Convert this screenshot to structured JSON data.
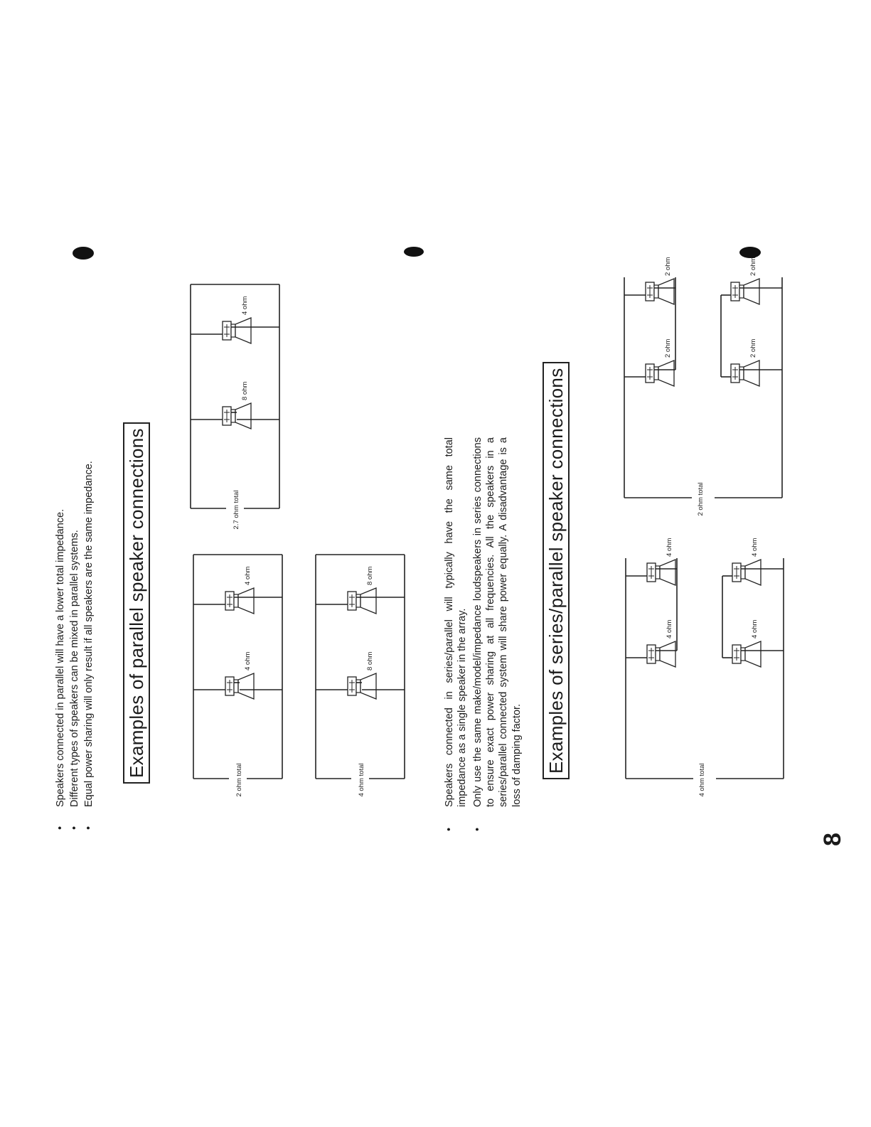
{
  "parallel": {
    "bullets": [
      "Speakers connected in parallel will have a lower total impedance.",
      "Different types of speakers can be mixed in parallel systems.",
      "Equal power sharing will only result if all speakers are the same impedance."
    ],
    "heading": "Examples of parallel speaker connections",
    "diagrams": [
      {
        "total": "2 ohm total",
        "speakers": [
          "4 ohm",
          "4 ohm"
        ]
      },
      {
        "total": "4 ohm total",
        "speakers": [
          "8 ohm",
          "8 ohm"
        ]
      },
      {
        "total": "2.7 ohm total",
        "speakers": [
          "8 ohm",
          "4 ohm"
        ]
      }
    ]
  },
  "series_parallel": {
    "bullets": [
      "Speakers connected in series/parallel will typically have the same total impedance as a single speaker in the array.",
      "Only use the same make/model/impedance loudspeakers in series connections to ensure exact power sharing at all frequencies. All the speakers in a series/parallel connected system will share power equally. A disadvantage is a loss of damping factor."
    ],
    "heading": "Examples of series/parallel speaker connections",
    "diagrams": [
      {
        "total": "4 ohm total",
        "speakers": [
          "4 ohm",
          "4 ohm",
          "4 ohm",
          "4 ohm"
        ]
      },
      {
        "total": "2 ohm total",
        "speakers": [
          "2 ohm",
          "2 ohm",
          "2 ohm",
          "2 ohm"
        ]
      }
    ]
  },
  "bullet_symbol": "•",
  "page_number": "8"
}
